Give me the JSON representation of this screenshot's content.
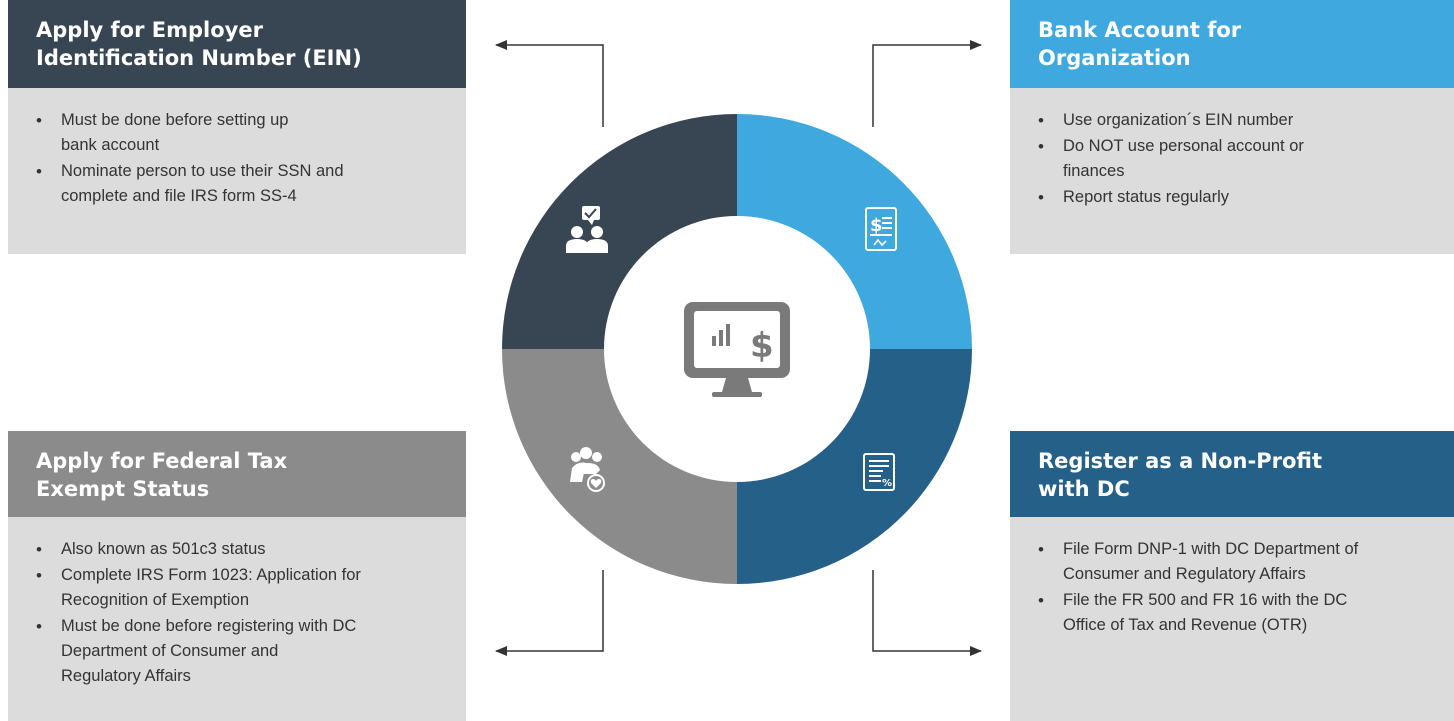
{
  "colors": {
    "dark": "#384654",
    "blue": "#3ea8df",
    "grey": "#8b8b8b",
    "navy": "#256089",
    "panel_bg": "#dcdcdc"
  },
  "center_icon": "monitor-chart-dollar-icon",
  "segments": [
    {
      "id": "top-left",
      "color": "#384654",
      "icon": "people-chat-check-icon"
    },
    {
      "id": "top-right",
      "color": "#3ea8df",
      "icon": "invoice-dollar-icon"
    },
    {
      "id": "bottom-right",
      "color": "#256089",
      "icon": "document-percent-icon"
    },
    {
      "id": "bottom-left",
      "color": "#8b8b8b",
      "icon": "group-heart-icon"
    }
  ],
  "panels": {
    "ein": {
      "title": "Apply for Employer\nIdentification Number (EIN)",
      "items": [
        "Must be done before setting up\nbank account",
        "Nominate person to use their SSN and\ncomplete and file IRS form SS-4"
      ]
    },
    "bank": {
      "title": "Bank Account for\nOrganization",
      "items": [
        "Use organization´s EIN number",
        "Do NOT use personal account or\nfinances",
        "Report status regularly"
      ]
    },
    "tax": {
      "title": "Apply for Federal Tax\nExempt Status",
      "items": [
        "Also known as 501c3 status",
        "Complete IRS Form 1023: Application for\nRecognition of Exemption",
        "Must be done before registering with DC\nDepartment of Consumer and\nRegulatory Affairs"
      ]
    },
    "dc": {
      "title": "Register as a Non-Profit\nwith DC",
      "items": [
        "File Form DNP-1 with DC Department of\nConsumer and Regulatory Affairs",
        "File the FR 500 and FR 16 with the DC\nOffice of Tax and Revenue (OTR)"
      ]
    }
  }
}
